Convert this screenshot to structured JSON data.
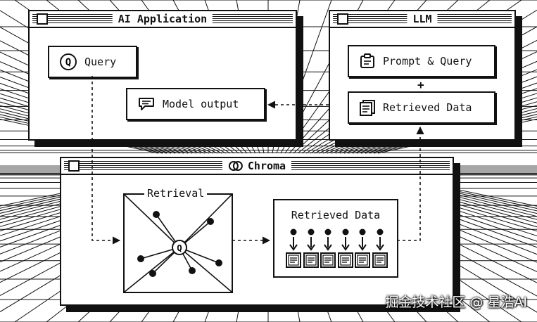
{
  "windows": {
    "app": {
      "title": "AI Application"
    },
    "llm": {
      "title": "LLM"
    },
    "chroma": {
      "title": "Chroma"
    }
  },
  "app": {
    "query_label": "Query",
    "query_glyph": "Q",
    "model_output_label": "Model output"
  },
  "llm": {
    "prompt_label": "Prompt & Query",
    "plus": "+",
    "retrieved_label": "Retrieved Data"
  },
  "chroma": {
    "retrieval_label": "Retrieval",
    "retrieval_center_glyph": "Q",
    "retrieved_label": "Retrieved Data",
    "retrieved_item_count": 6
  },
  "watermark": "掘金技术社区 @ 星浩AI"
}
